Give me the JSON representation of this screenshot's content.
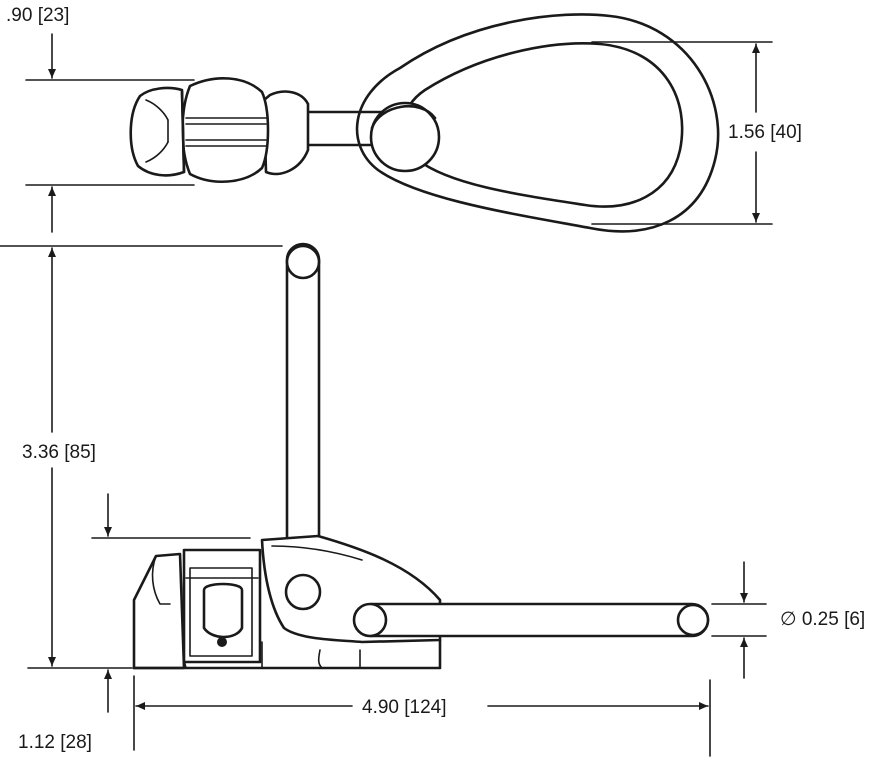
{
  "dimensions": {
    "top_height": ".90 [23]",
    "loop_width": "1.56 [40]",
    "overall_height": "3.36 [85]",
    "base_height": "1.12 [28]",
    "overall_length": "4.90 [124]",
    "rod_diameter": "∅ 0.25 [6]"
  },
  "colors": {
    "line": "#1a1a1a",
    "background": "#ffffff"
  }
}
